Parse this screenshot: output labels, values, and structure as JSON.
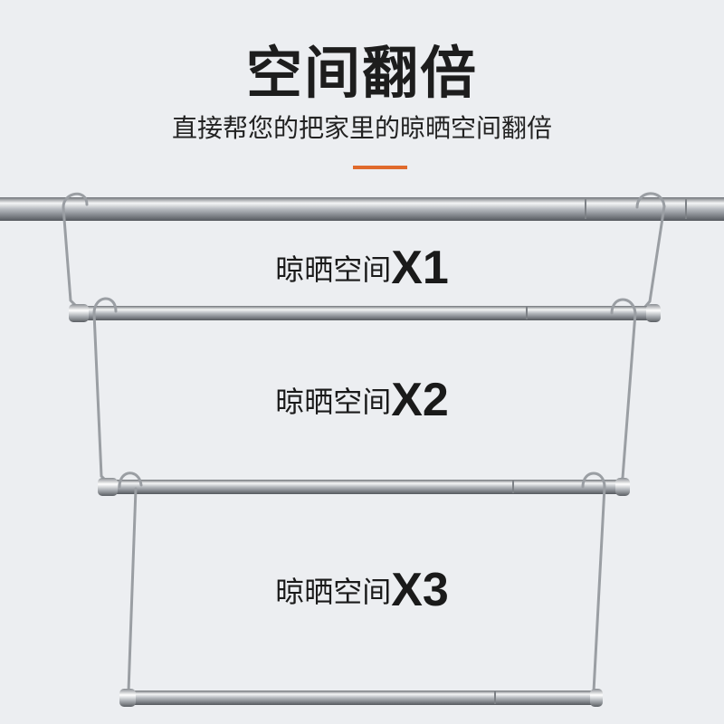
{
  "header": {
    "title": "空间翻倍",
    "subtitle": "直接帮您的把家里的晾晒空间翻倍"
  },
  "colors": {
    "accent": "#e06a2c",
    "background": "#eceef1"
  },
  "tiers": [
    {
      "label": "晾晒空间",
      "multiplier": "X1"
    },
    {
      "label": "晾晒空间",
      "multiplier": "X2"
    },
    {
      "label": "晾晒空间",
      "multiplier": "X3"
    }
  ]
}
